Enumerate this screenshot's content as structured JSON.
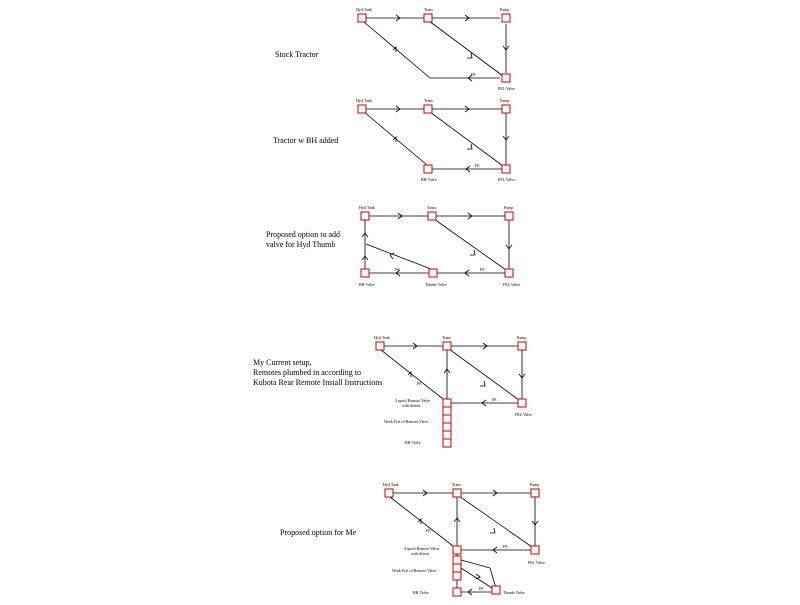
{
  "captions": {
    "d1": "Stock Tractor",
    "d2": "Tractor w BH added",
    "d3": "Proposed option to add\nvalve for Hyd Thumb",
    "d4": "My Current setup,\nRemotes plumbed in according to\nKubota Rear Remote Install Instructions",
    "d5": "Proposed option for Me"
  },
  "labels": {
    "hyd_tank": "Hyd Tank",
    "trans": "Trans",
    "pump": "Pump",
    "fel_valve": "FEL Valve",
    "bh_valve": "BH Valve",
    "thumb_valve": "Thumb Valve",
    "remote_valve": "4 spool Remote Valve\nwith detent",
    "work_port": "Work Port of Remote Valve",
    "edge_fe": "FE"
  },
  "colors": {
    "node_stroke": "#cc0000",
    "line": "#000000"
  }
}
